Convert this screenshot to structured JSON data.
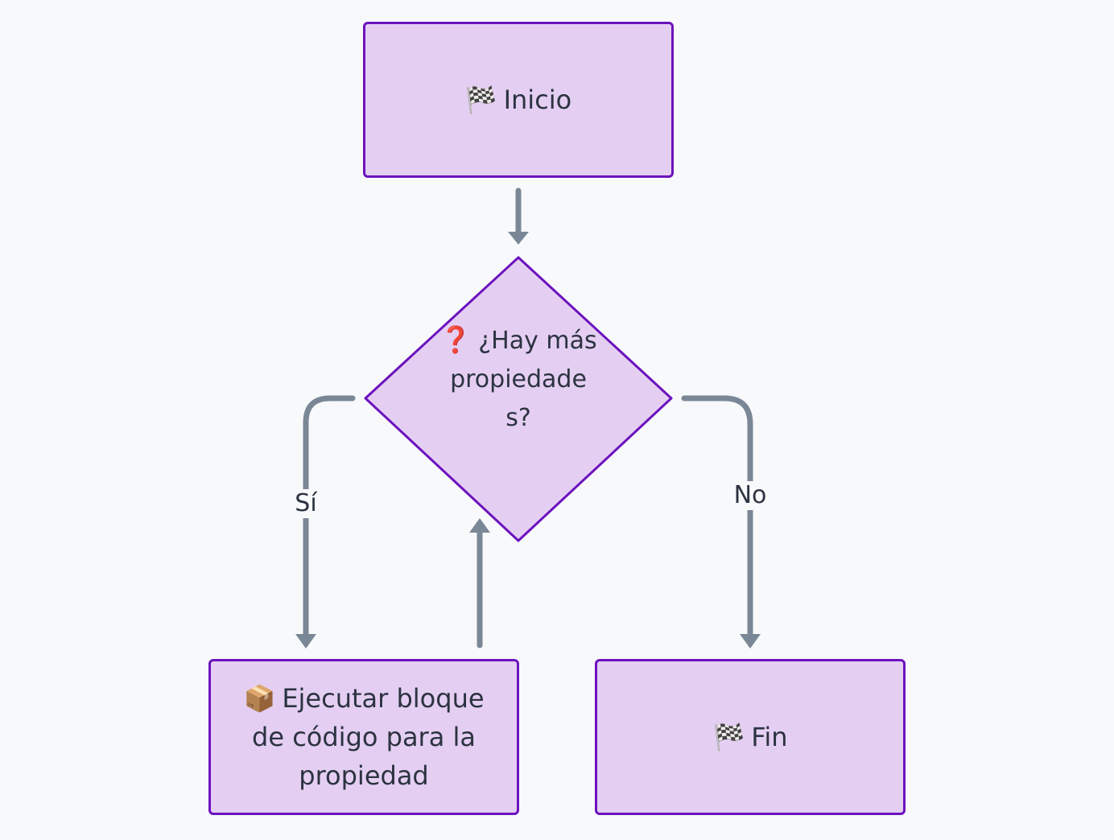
{
  "nodes": {
    "start": {
      "icon": "🏁",
      "label": "Inicio"
    },
    "decision": {
      "icon": "❓",
      "label": "¿Hay más propiedades?"
    },
    "process": {
      "icon": "📦",
      "label": "Ejecutar bloque de código para la propiedad"
    },
    "end": {
      "icon": "🏁",
      "label": "Fin"
    }
  },
  "edges": {
    "yes_label": "Sí",
    "no_label": "No"
  },
  "colors": {
    "node_fill": "#e4cff3",
    "node_stroke": "#6c12bd",
    "edge": "#7a8796",
    "text": "#2c3340",
    "background": "#f8f9fb"
  }
}
